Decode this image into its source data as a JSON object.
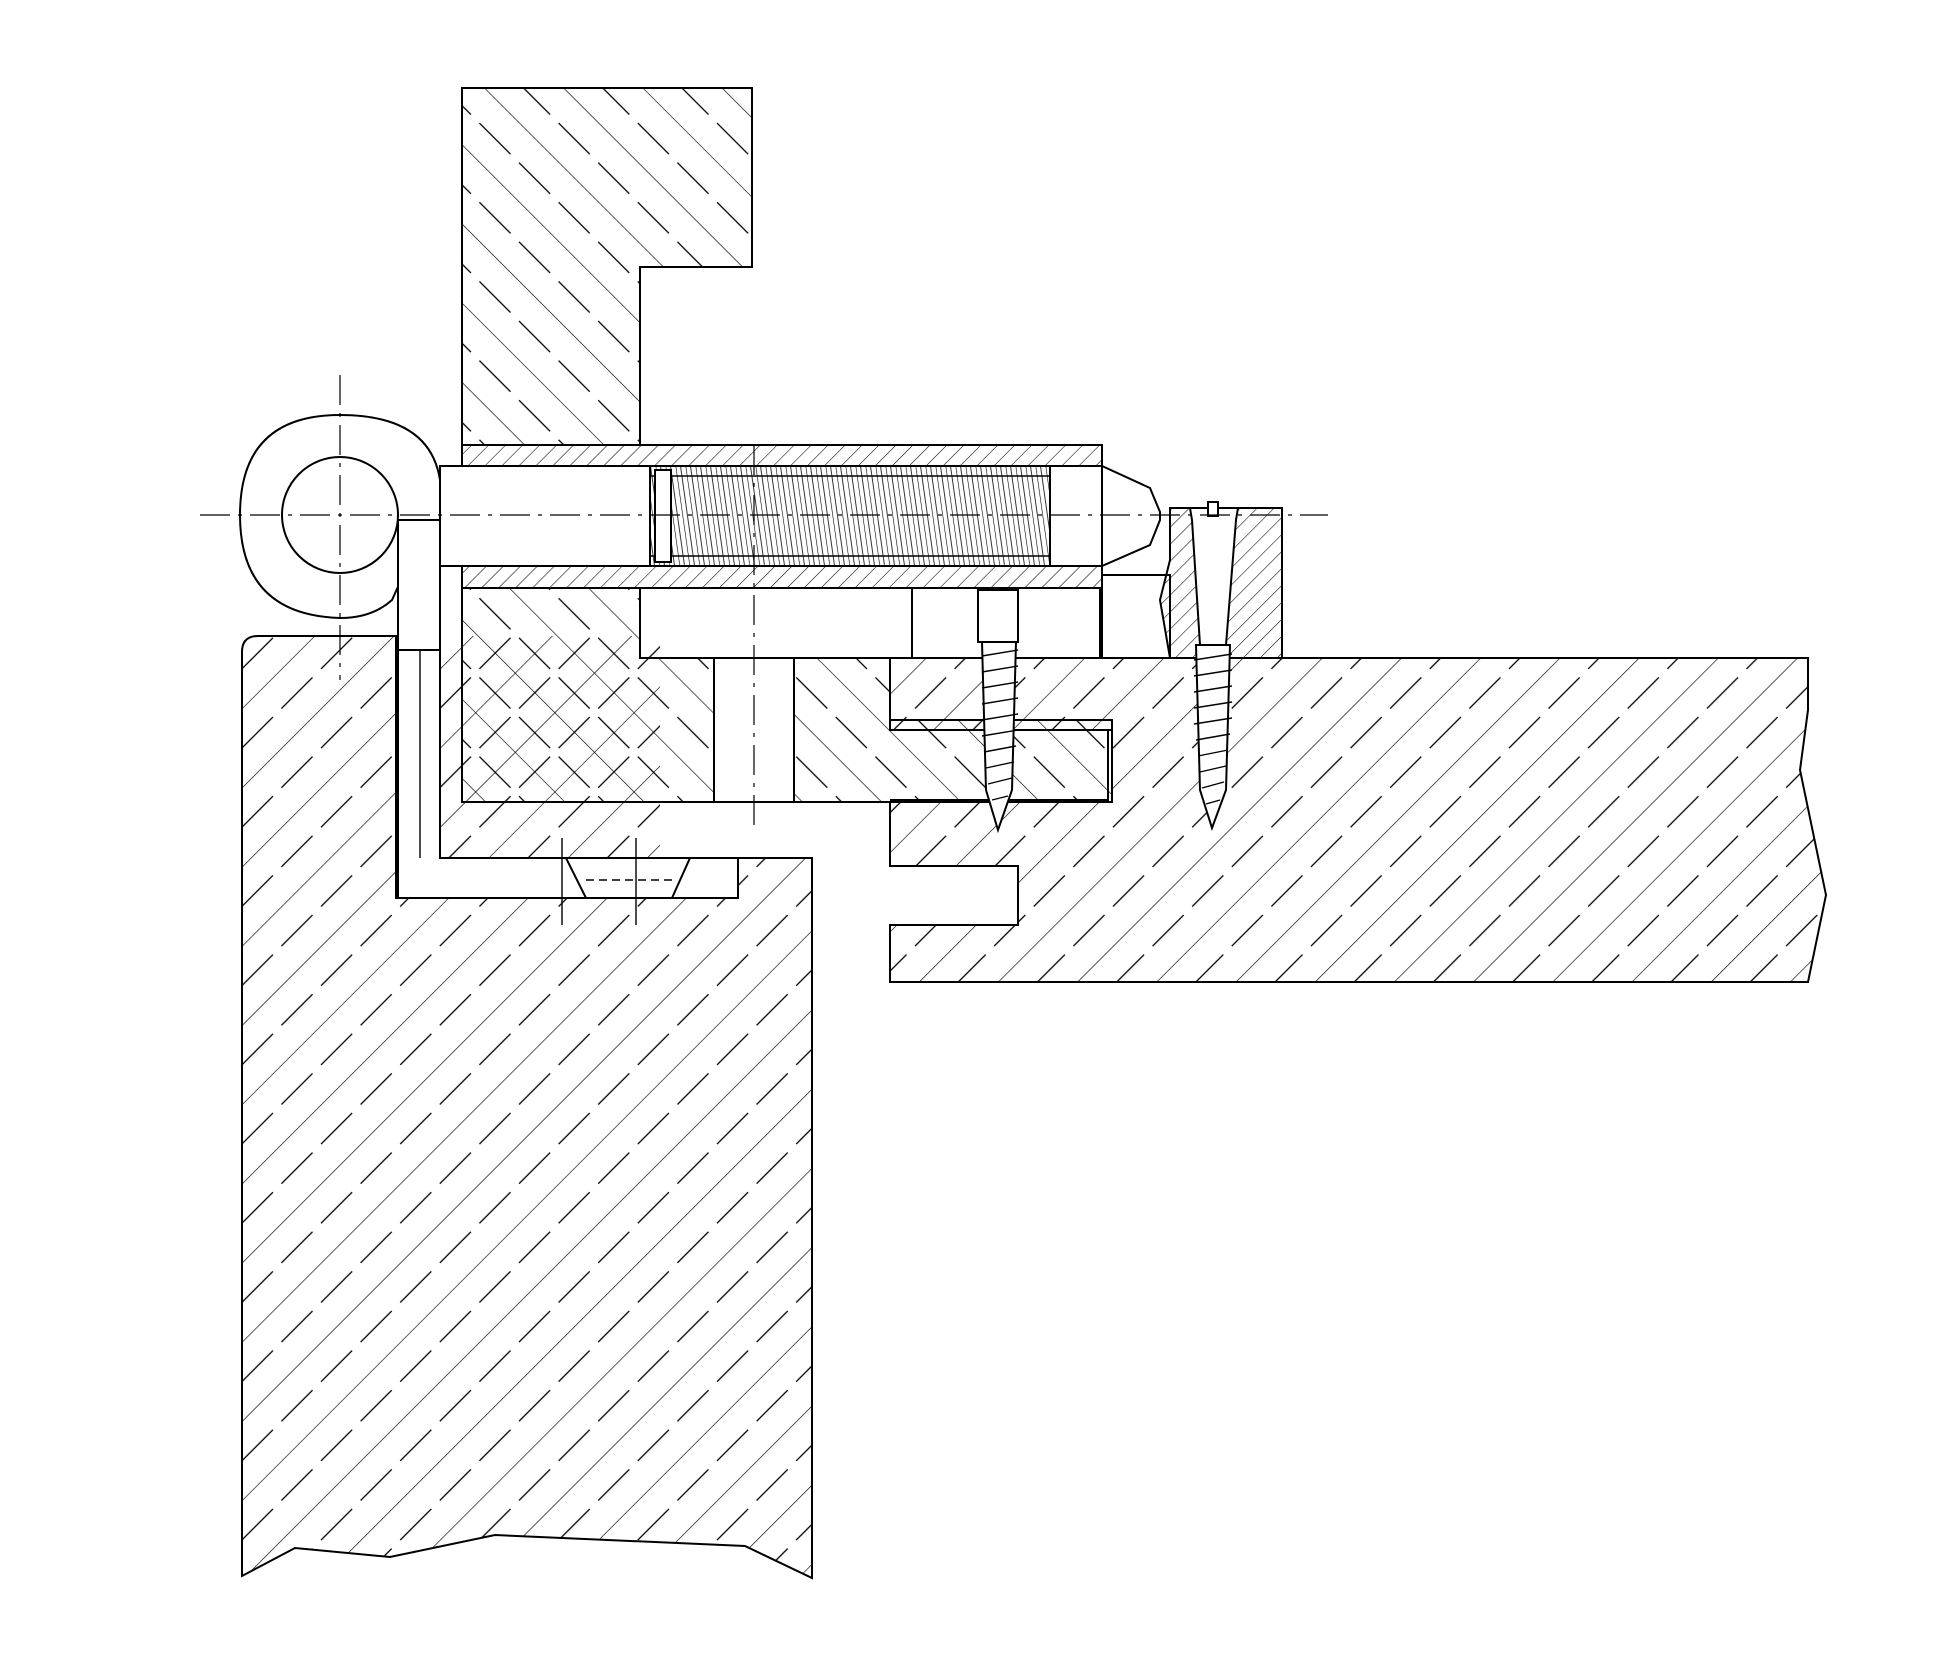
{
  "drawing": {
    "kind": "hinge-cross-section",
    "line_color": "#000000",
    "background_color": "#ffffff",
    "hatch": {
      "wood_pattern": "diagonal-solid-and-dashed",
      "metal_pattern": "fine-diagonal"
    },
    "parts": [
      "frame-upper-block",
      "frame-lower-block",
      "door-leaf",
      "wall-panel",
      "hinge-knuckle",
      "hinge-pin",
      "bolt-sleeve",
      "threaded-rod",
      "adjustment-screw",
      "wood-screw-left",
      "wood-screw-right",
      "countersunk-screw",
      "l-bracket",
      "center-lines"
    ]
  }
}
